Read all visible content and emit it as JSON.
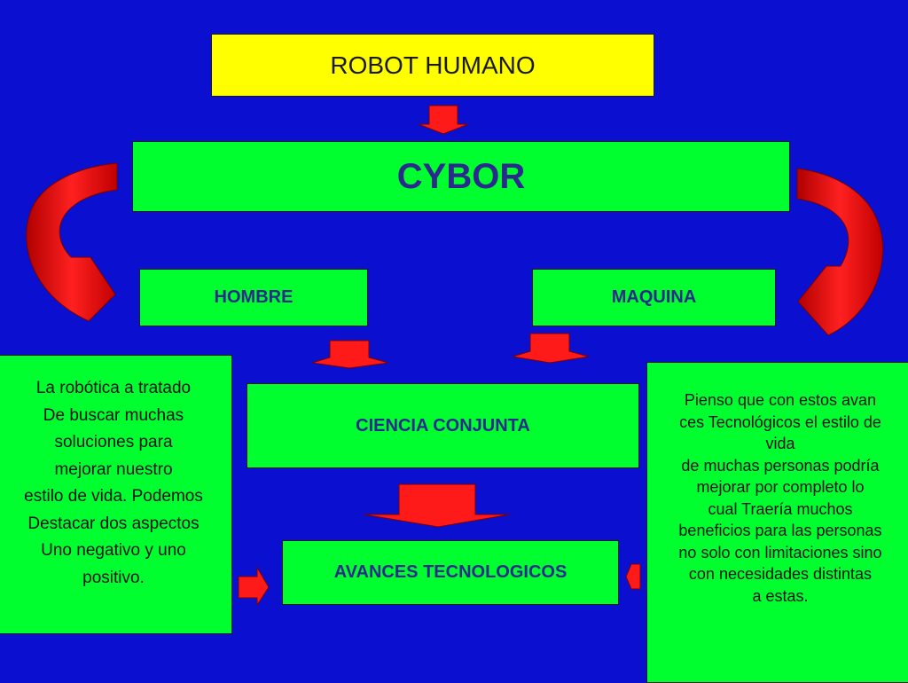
{
  "nodes": {
    "robot_humano": "ROBOT HUMANO",
    "cybor": "CYBOR",
    "hombre": "HOMBRE",
    "maquina": "MAQUINA",
    "ciencia_conjunta": "CIENCIA CONJUNTA",
    "avances_tecnologicos": "AVANCES TECNOLOGICOS"
  },
  "left_text": "La robótica a tratado\nDe buscar muchas\n soluciones para\nmejorar  nuestro\nestilo de vida. Podemos\nDestacar dos aspectos\nUno negativo y uno\npositivo.",
  "right_text": "Pienso que con estos avan\nces Tecnológicos  el estilo de\nvida\nde muchas personas podría\nmejorar por completo lo\ncual  Traería muchos\nbeneficios para las  personas\nno solo con limitaciones sino\ncon necesidades distintas\na estas.",
  "colors": {
    "background": "#0b0fd0",
    "box_green": "#00ff2e",
    "box_yellow": "#ffff00",
    "arrow_red": "#ff1a1a",
    "label_navy": "#2a2a8c"
  }
}
